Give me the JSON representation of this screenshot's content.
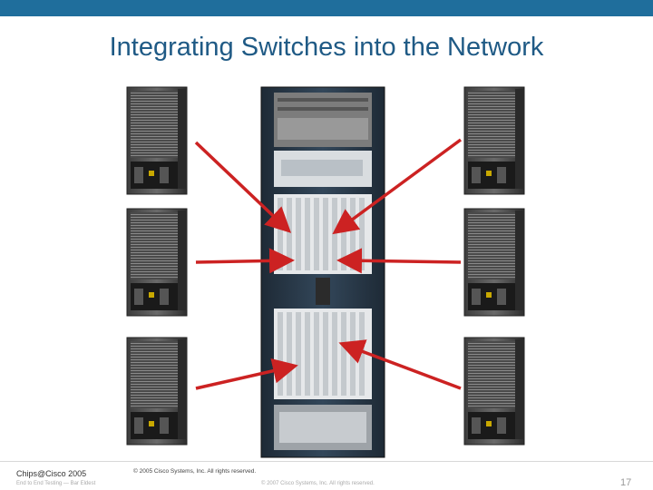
{
  "slide": {
    "title": "Integrating Switches into the Network",
    "accent_color": "#1f6e9c",
    "arrow_color": "#cc2222"
  },
  "diagram": {
    "nodes": [
      {
        "name": "switch-top-left",
        "icon": "chassis-switch-icon"
      },
      {
        "name": "switch-mid-left",
        "icon": "chassis-switch-icon"
      },
      {
        "name": "switch-bottom-left",
        "icon": "chassis-switch-icon"
      },
      {
        "name": "switch-top-right",
        "icon": "chassis-switch-icon"
      },
      {
        "name": "switch-mid-right",
        "icon": "chassis-switch-icon"
      },
      {
        "name": "switch-bottom-right",
        "icon": "chassis-switch-icon"
      },
      {
        "name": "core-router-rack",
        "icon": "router-rack-icon"
      }
    ]
  },
  "footer": {
    "left_label": "Chips@Cisco 2005",
    "left_sub": "End to End Testing — Bar Eldest",
    "copyright": "© 2005 Cisco Systems, Inc. All rights reserved.",
    "copyright_faint": "© 2007 Cisco Systems, Inc. All rights reserved.",
    "page": "17"
  }
}
